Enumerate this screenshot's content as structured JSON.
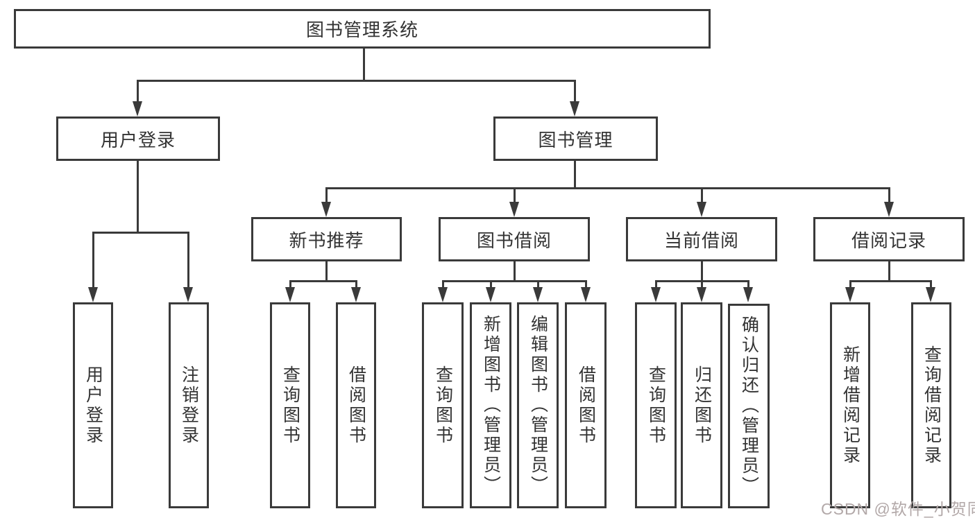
{
  "diagram": {
    "root": "图书管理系统",
    "level2": [
      "用户登录",
      "图书管理"
    ],
    "level3": [
      "新书推荐",
      "图书借阅",
      "当前借阅",
      "借阅记录"
    ],
    "leaves": {
      "user_login": [
        "用户登录",
        "注销登录"
      ],
      "new_book": [
        "查询图书",
        "借阅图书"
      ],
      "book_borrow": [
        "查询图书",
        "新增图书（管理员）",
        "编辑图书（管理员）",
        "借阅图书"
      ],
      "current_borrow": [
        "查询图书",
        "归还图书",
        "确认归还（管理员）"
      ],
      "borrow_record": [
        "新增借阅记录",
        "查询借阅记录"
      ]
    },
    "colors": {
      "line": "#3a3a3a",
      "text": "#333333",
      "background": "#ffffff",
      "watermark": "#b2a8a8"
    }
  },
  "watermark": "CSDN @软件_小贺同学"
}
